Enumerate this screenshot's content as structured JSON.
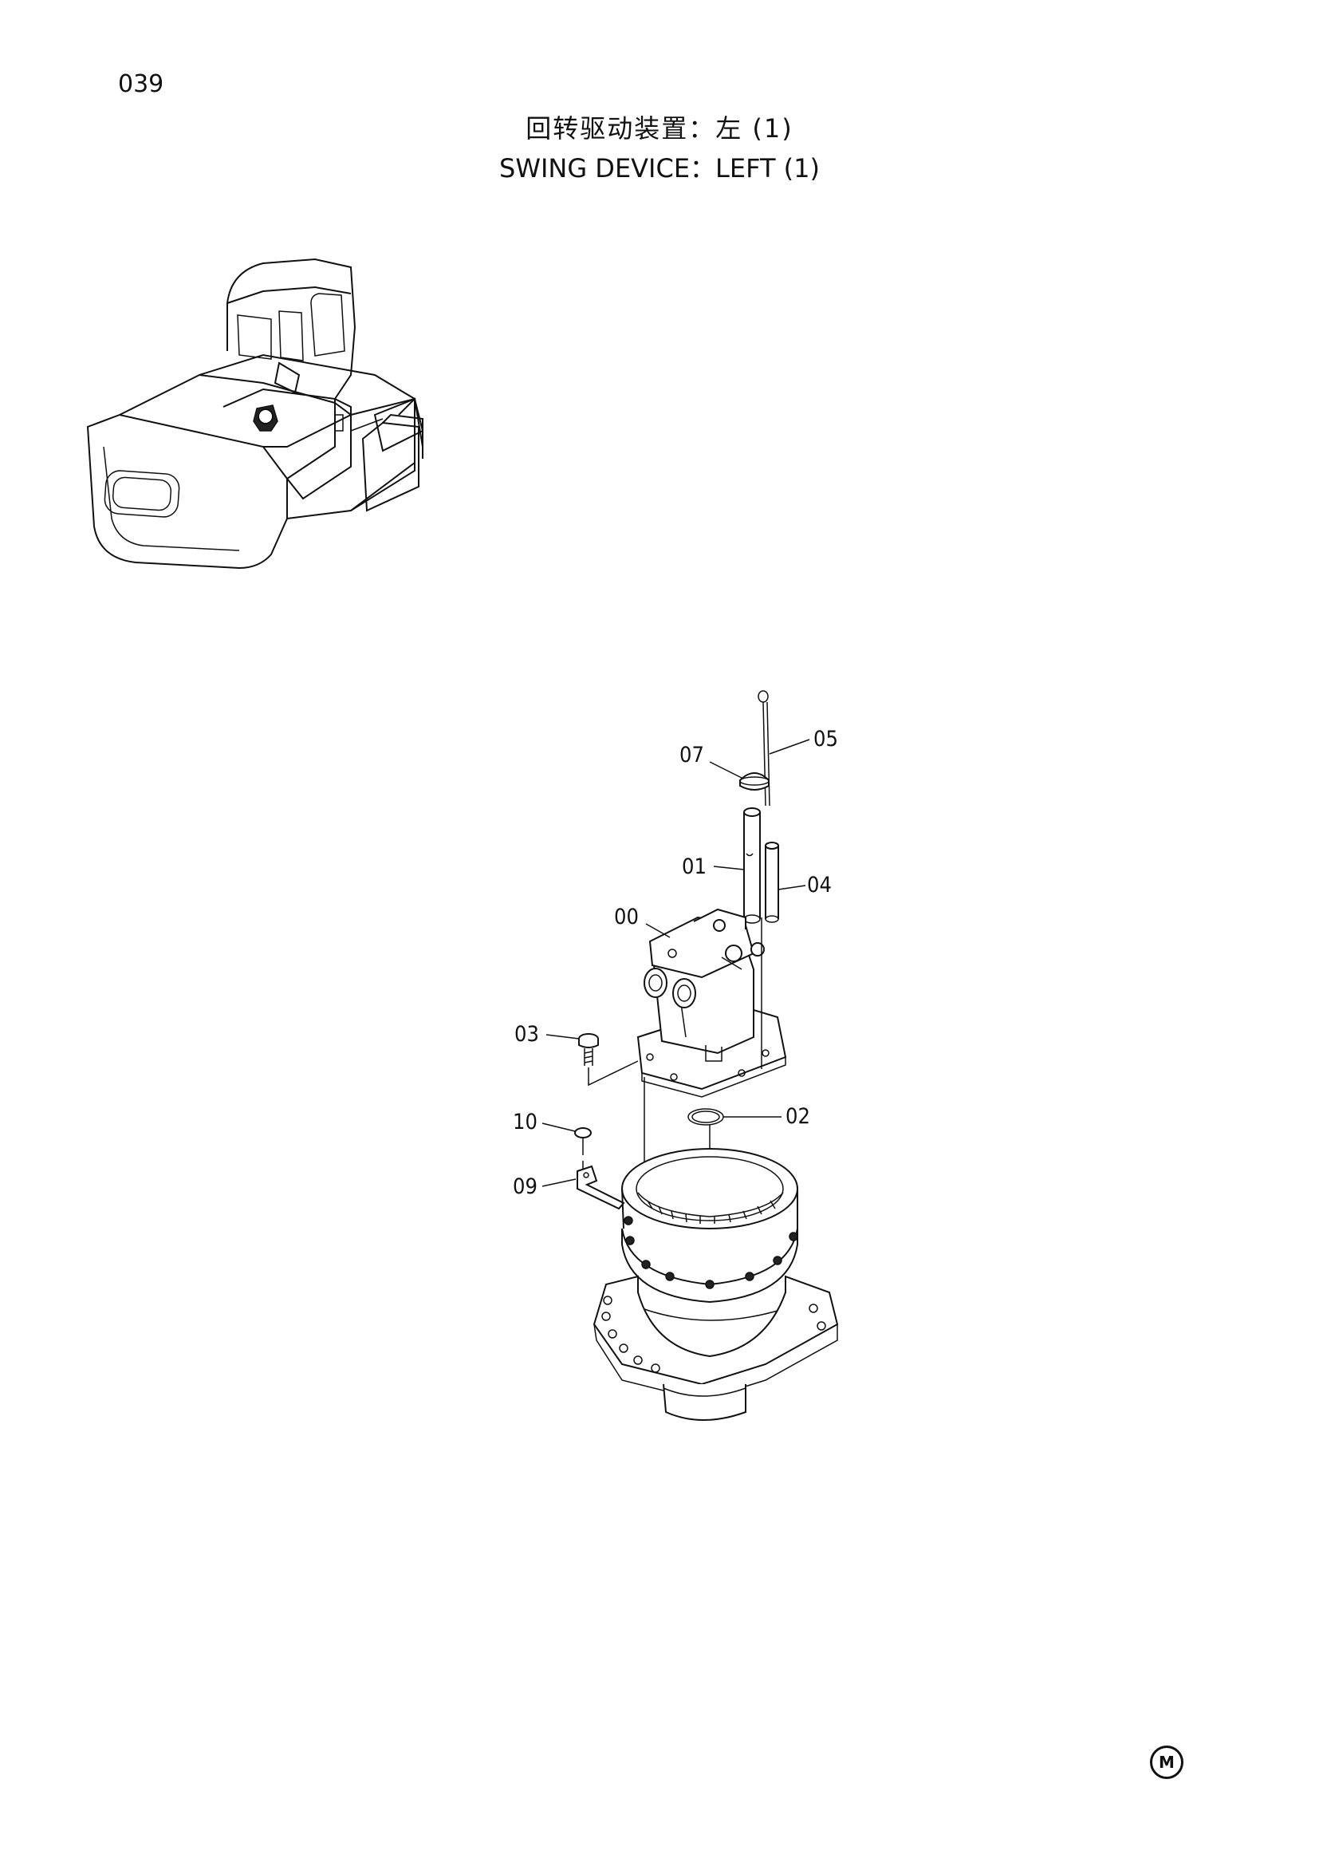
{
  "header": {
    "page_number": "039",
    "title_cn": "回转驱动装置：左 (1)",
    "title_en": "SWING DEVICE：LEFT (1)"
  },
  "callouts": [
    {
      "id": "07",
      "label": "07"
    },
    {
      "id": "05",
      "label": "05"
    },
    {
      "id": "01",
      "label": "01"
    },
    {
      "id": "04",
      "label": "04"
    },
    {
      "id": "00",
      "label": "00"
    },
    {
      "id": "03",
      "label": "03"
    },
    {
      "id": "02",
      "label": "02"
    },
    {
      "id": "10",
      "label": "10"
    },
    {
      "id": "09",
      "label": "09"
    }
  ],
  "footer": {
    "logo_glyph": "M"
  }
}
